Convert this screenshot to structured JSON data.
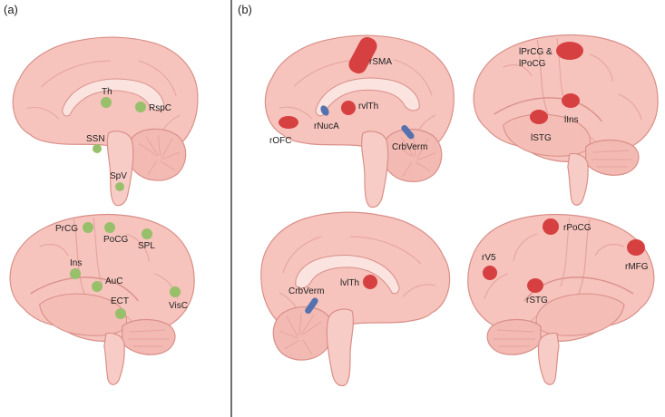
{
  "panels": {
    "a": {
      "label": "(a)"
    },
    "b": {
      "label": "(b)"
    }
  },
  "colors": {
    "brain_fill": "#f6c3bd",
    "brain_stroke": "#d98f88",
    "green_marker": "#98bf6a",
    "red_marker": "#d64040",
    "blue_marker": "#5572b0",
    "divider": "#333333"
  },
  "brains": [
    {
      "id": "a-top",
      "view": "medial",
      "regions": [
        {
          "label": "Th",
          "color": "green"
        },
        {
          "label": "RspC",
          "color": "green"
        },
        {
          "label": "SSN",
          "color": "green"
        },
        {
          "label": "SpV",
          "color": "green"
        }
      ]
    },
    {
      "id": "a-bottom",
      "view": "lateral",
      "regions": [
        {
          "label": "PrCG",
          "color": "green"
        },
        {
          "label": "PoCG",
          "color": "green"
        },
        {
          "label": "SPL",
          "color": "green"
        },
        {
          "label": "Ins",
          "color": "green"
        },
        {
          "label": "AuC",
          "color": "green"
        },
        {
          "label": "ECT",
          "color": "green"
        },
        {
          "label": "VisC",
          "color": "green"
        }
      ]
    },
    {
      "id": "b-top-left",
      "view": "medial",
      "regions": [
        {
          "label": "rSMA",
          "color": "red"
        },
        {
          "label": "rvlTh",
          "color": "red"
        },
        {
          "label": "rNucA",
          "color": "blue"
        },
        {
          "label": "rOFC",
          "color": "red"
        },
        {
          "label": "CrbVerm",
          "color": "blue"
        }
      ]
    },
    {
      "id": "b-top-right",
      "view": "lateral",
      "regions": [
        {
          "label": "lPrCG &",
          "color": "red"
        },
        {
          "label": "lPoCG",
          "color": "red"
        },
        {
          "label": "lIns",
          "color": "red"
        },
        {
          "label": "lSTG",
          "color": "red"
        }
      ]
    },
    {
      "id": "b-bottom-left",
      "view": "medial-flipped",
      "regions": [
        {
          "label": "lvlTh",
          "color": "red"
        },
        {
          "label": "CrbVerm",
          "color": "blue"
        }
      ]
    },
    {
      "id": "b-bottom-right",
      "view": "lateral-flipped",
      "regions": [
        {
          "label": "rPoCG",
          "color": "red"
        },
        {
          "label": "rV5",
          "color": "red"
        },
        {
          "label": "rMFG",
          "color": "red"
        },
        {
          "label": "rSTG",
          "color": "red"
        }
      ]
    }
  ]
}
